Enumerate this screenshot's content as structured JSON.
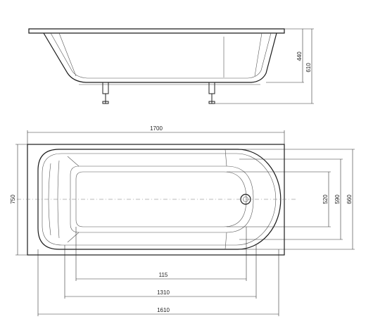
{
  "drawing": {
    "dimensions": {
      "overall_length": "1700",
      "overall_width": "750",
      "side_height_inner": "440",
      "side_height_total": "610",
      "inner_width_1": "520",
      "inner_width_2": "590",
      "inner_width_3": "660",
      "bottom_length": "115",
      "inner_length": "1310",
      "outer_inner_length": "1610"
    }
  }
}
